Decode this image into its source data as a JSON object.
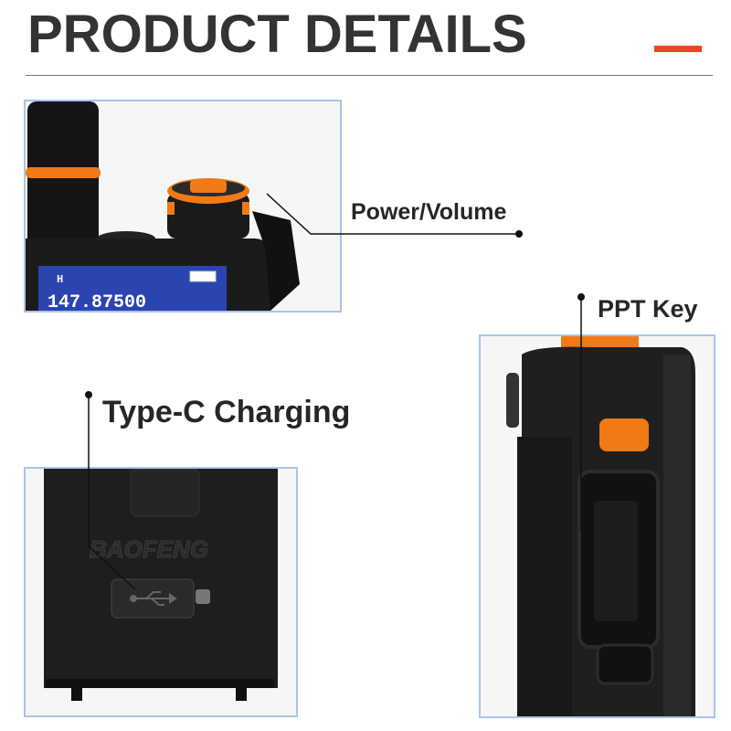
{
  "header": {
    "title": "PRODUCT DETAILS",
    "accent_color": "#e8461e"
  },
  "callouts": {
    "power_volume": "Power/Volume",
    "ppt_key": "PPT Key",
    "type_c": "Type-C Charging"
  },
  "screen": {
    "indicator": "H",
    "frequency": "147.87500"
  },
  "brand": "BAOFENG",
  "colors": {
    "frame": "#a9c4ea",
    "orange": "#f07a16",
    "body": "#1e1e1e",
    "screen": "#2a45b0"
  }
}
